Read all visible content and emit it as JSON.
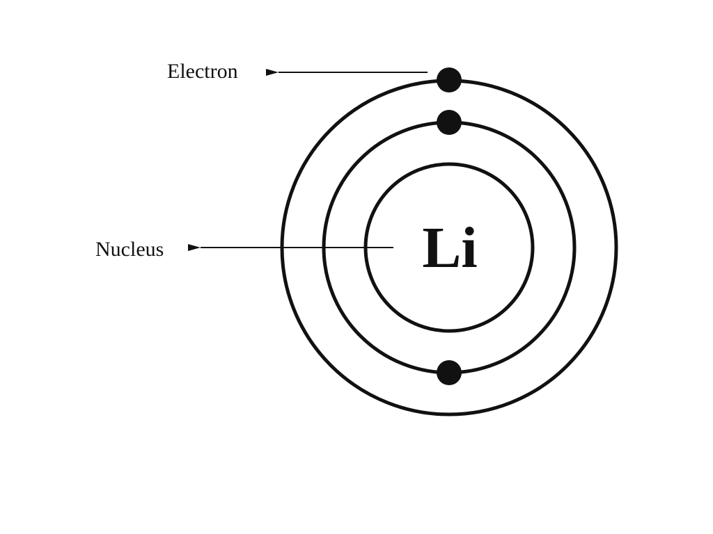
{
  "labels": {
    "electron": "Electron",
    "nucleus": "Nucleus"
  },
  "element": {
    "symbol": "Li"
  },
  "colors": {
    "ink": "#111111",
    "background": "#ffffff"
  },
  "structure": {
    "shell_count": 3,
    "electron_count": 3
  }
}
